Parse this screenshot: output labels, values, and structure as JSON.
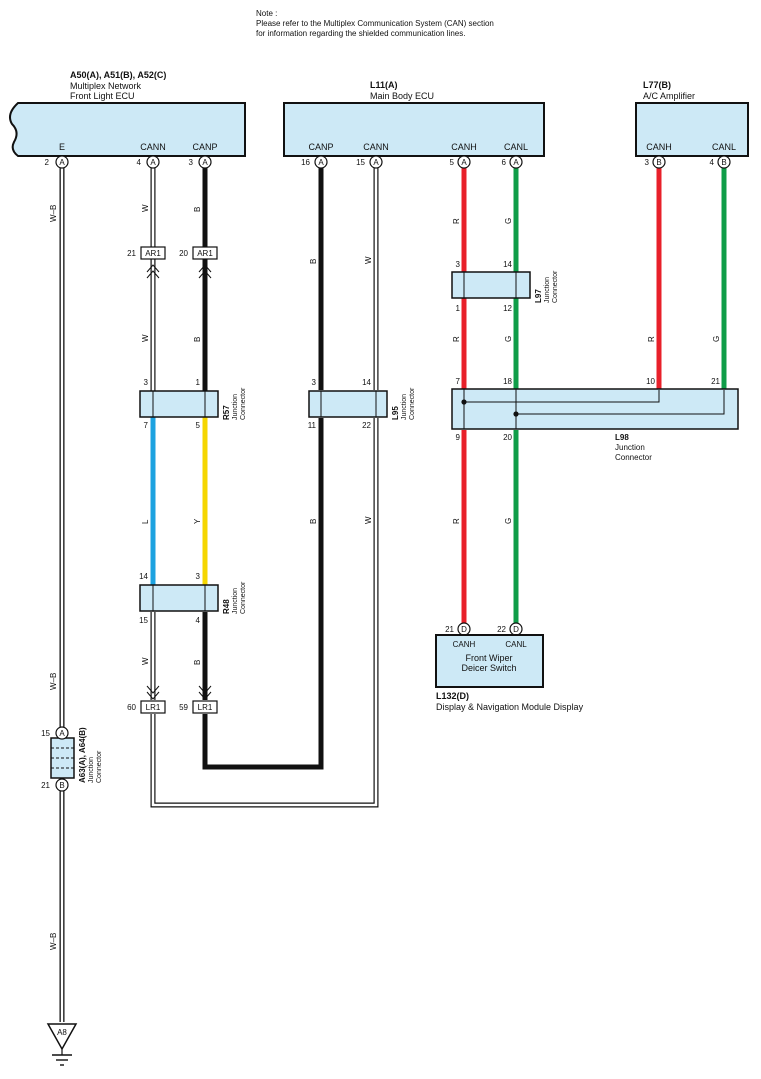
{
  "note": {
    "heading": "Note :",
    "line1": "Please refer to the Multiplex Communication System (CAN) section",
    "line2": "for information regarding the shielded communication lines."
  },
  "components": {
    "front_light_ecu": {
      "code": "A50(A), A51(B), A52(C)",
      "name1": "Multiplex Network",
      "name2": "Front Light ECU"
    },
    "main_body_ecu": {
      "code": "L11(A)",
      "name": "Main Body ECU"
    },
    "ac_amplifier": {
      "code": "L77(B)",
      "name": "A/C Amplifier"
    },
    "wiper_switch": {
      "code": "L132(D)",
      "name": "Display & Navigation Module Display",
      "inner1": "Front Wiper",
      "inner2": "Deicer Switch"
    }
  },
  "terminals": {
    "e": "E",
    "cann": "CANN",
    "canp": "CANP",
    "canh": "CANH",
    "canl": "CANL"
  },
  "pins": {
    "p2": "2",
    "p4": "4",
    "p3": "3",
    "p16": "16",
    "p15": "15",
    "p5": "5",
    "p6": "6",
    "b3": "3",
    "b4": "4",
    "d21": "21",
    "d22": "22",
    "c15": "15",
    "c21": "21",
    "a": "A",
    "b": "B",
    "d": "D"
  },
  "connectors": {
    "ar1": "AR1",
    "lr1": "LR1",
    "ar1_21": "21",
    "ar1_20": "20",
    "lr1_60": "60",
    "lr1_59": "59",
    "r57": {
      "code": "R57",
      "type1": "Junction",
      "type2": "Connector",
      "p3": "3",
      "p1": "1",
      "p7": "7",
      "p5": "5"
    },
    "r48": {
      "code": "R48",
      "type1": "Junction",
      "type2": "Connector",
      "p14": "14",
      "p3": "3",
      "p15": "15",
      "p4": "4"
    },
    "l95": {
      "code": "L95",
      "type1": "Junction",
      "type2": "Connector",
      "p3": "3",
      "p14": "14",
      "p11": "11",
      "p22": "22"
    },
    "l97": {
      "code": "L97",
      "type1": "Junction",
      "type2": "Connector",
      "p3": "3",
      "p14": "14",
      "p1": "1",
      "p12": "12"
    },
    "l98": {
      "code": "L98",
      "type1": "Junction",
      "type2": "Connector",
      "p7": "7",
      "p18": "18",
      "p10": "10",
      "p21": "21",
      "p9": "9",
      "p20": "20"
    },
    "a63": {
      "code": "A63(A), A64(B)",
      "type1": "Junction",
      "type2": "Connector"
    }
  },
  "wire_colors": {
    "wb": "W–B",
    "w": "W",
    "b": "B",
    "r": "R",
    "g": "G",
    "l": "L",
    "y": "Y"
  },
  "ground": {
    "label": "A8"
  },
  "colors": {
    "ecu_fill": "#cde9f6",
    "red": "#e8202a",
    "green": "#0f9d48",
    "black": "#111111",
    "blue": "#1da2e0",
    "yellow": "#f5d600",
    "white": "#ffffff"
  }
}
